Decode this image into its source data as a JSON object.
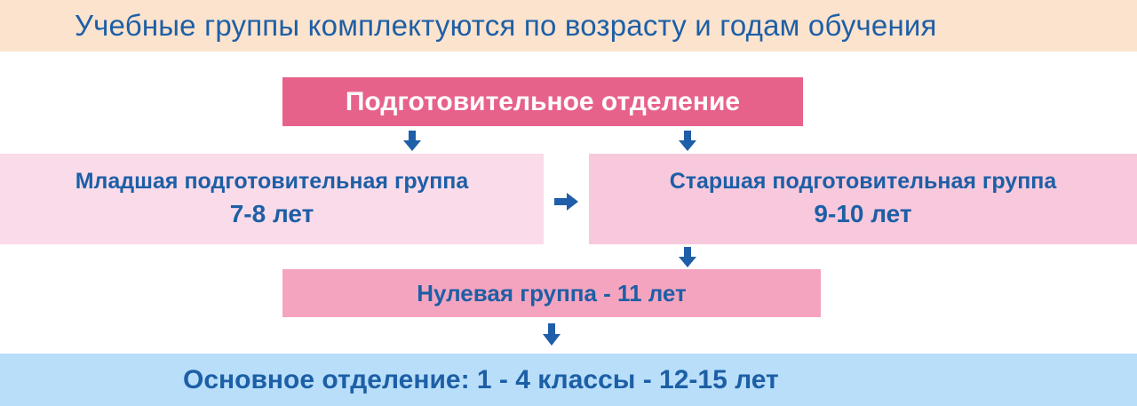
{
  "header": {
    "title": "Учебные группы комплектуются по возрасту и годам обучения"
  },
  "preparatory": {
    "label": "Подготовительное отделение"
  },
  "junior_group": {
    "title": "Младшая подготовительная группа",
    "age": "7-8 лет"
  },
  "senior_group": {
    "title": "Старшая подготовительная группа",
    "age": "9-10 лет"
  },
  "zero_group": {
    "label": "Нулевая группа - 11 лет"
  },
  "main_department": {
    "label": "Основное отделение: 1 - 4 классы - 12-15 лет"
  },
  "colors": {
    "text_blue": "#1d5fa6",
    "arrow_blue": "#1f5ea8",
    "header_bg": "#fbe3cd",
    "prep_bg": "#e7628a",
    "junior_bg": "#fadbe9",
    "senior_bg": "#f8c9dc",
    "zero_bg": "#f5a4bf",
    "main_bg": "#b8defa"
  }
}
